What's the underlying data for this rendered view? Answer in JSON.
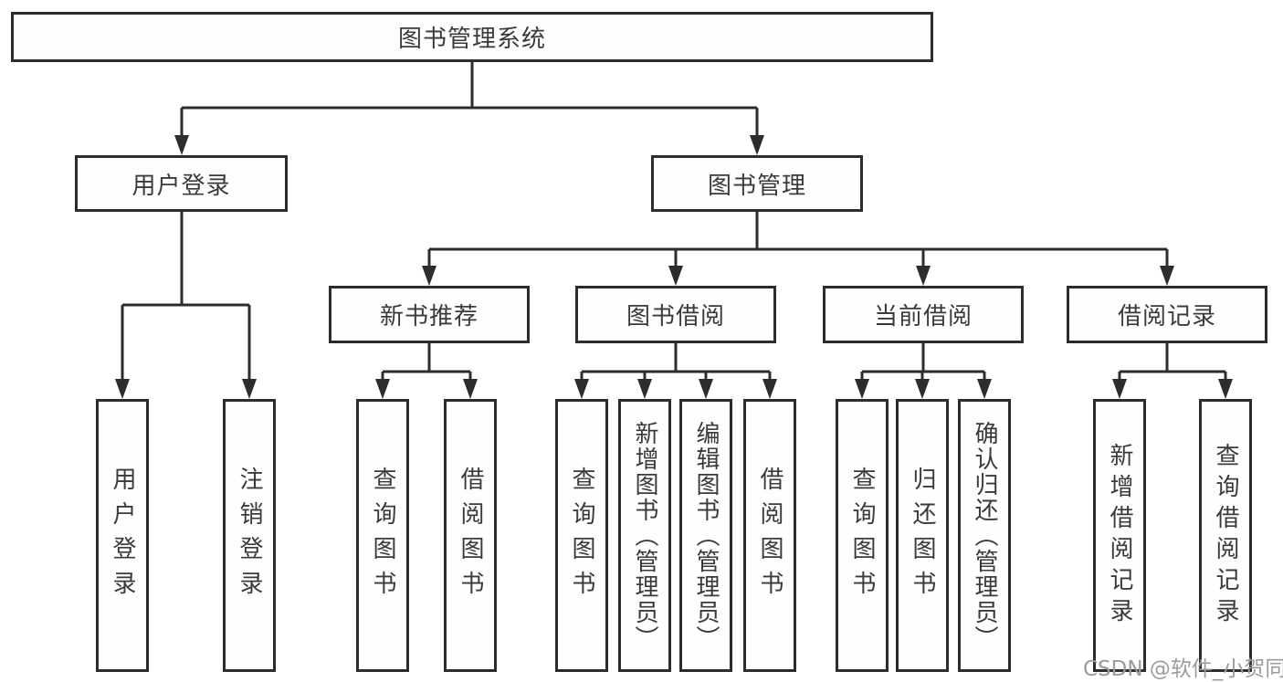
{
  "diagram": {
    "watermark": "CSDN @软件_小贺同学",
    "colors": {
      "line": "#2d2d2d",
      "box_border": "#2d2d2d",
      "text": "#3a3a3a",
      "watermark": "#9b9b9b",
      "background": "#ffffff"
    },
    "root": {
      "label": "图书管理系统"
    },
    "branches": [
      {
        "label": "用户登录",
        "leaves": [
          {
            "label": "用户登录"
          },
          {
            "label": "注销登录"
          }
        ]
      },
      {
        "label": "图书管理",
        "groups": [
          {
            "label": "新书推荐",
            "leaves": [
              {
                "label": "查询图书"
              },
              {
                "label": "借阅图书"
              }
            ]
          },
          {
            "label": "图书借阅",
            "leaves": [
              {
                "label": "查询图书"
              },
              {
                "label": "新增图书（管理员）"
              },
              {
                "label": "编辑图书（管理员）"
              },
              {
                "label": "借阅图书"
              }
            ]
          },
          {
            "label": "当前借阅",
            "leaves": [
              {
                "label": "查询图书"
              },
              {
                "label": "归还图书"
              },
              {
                "label": "确认归还（管理员）"
              }
            ]
          },
          {
            "label": "借阅记录",
            "leaves": [
              {
                "label": "新增借阅记录"
              },
              {
                "label": "查询借阅记录"
              }
            ]
          }
        ]
      }
    ]
  }
}
